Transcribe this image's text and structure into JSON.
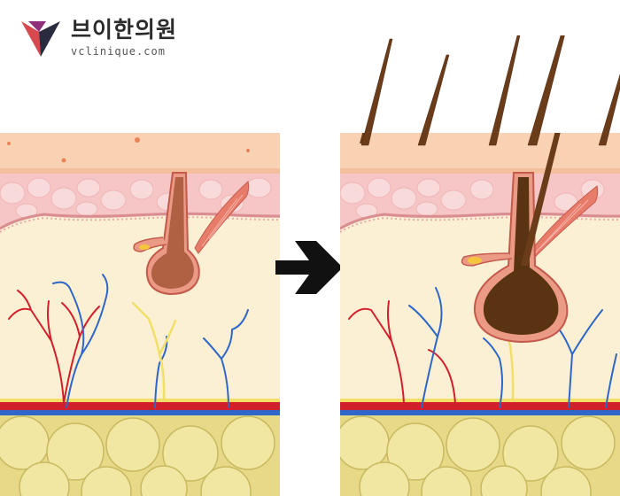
{
  "header": {
    "brand_name": "브이한의원",
    "brand_url": "vclinique.com"
  },
  "logo": {
    "icon": "v-logo-icon",
    "colors": [
      "#d7484f",
      "#8e2f7c",
      "#2b2b40"
    ]
  },
  "panels": [
    {
      "state": "before",
      "follicle": "small"
    },
    {
      "state": "after",
      "follicle": "large"
    }
  ],
  "colors": {
    "epidermis": "#f8d2b2",
    "dermis_pink": "#f6c6c6",
    "dermis_cream": "#fbf0d4",
    "fat": "#e6d987",
    "artery": "#d21f2c",
    "vein": "#2f66c9",
    "nerve": "#f1df68",
    "follicle": "#e98c7c",
    "hair": "#6b3c1a"
  }
}
